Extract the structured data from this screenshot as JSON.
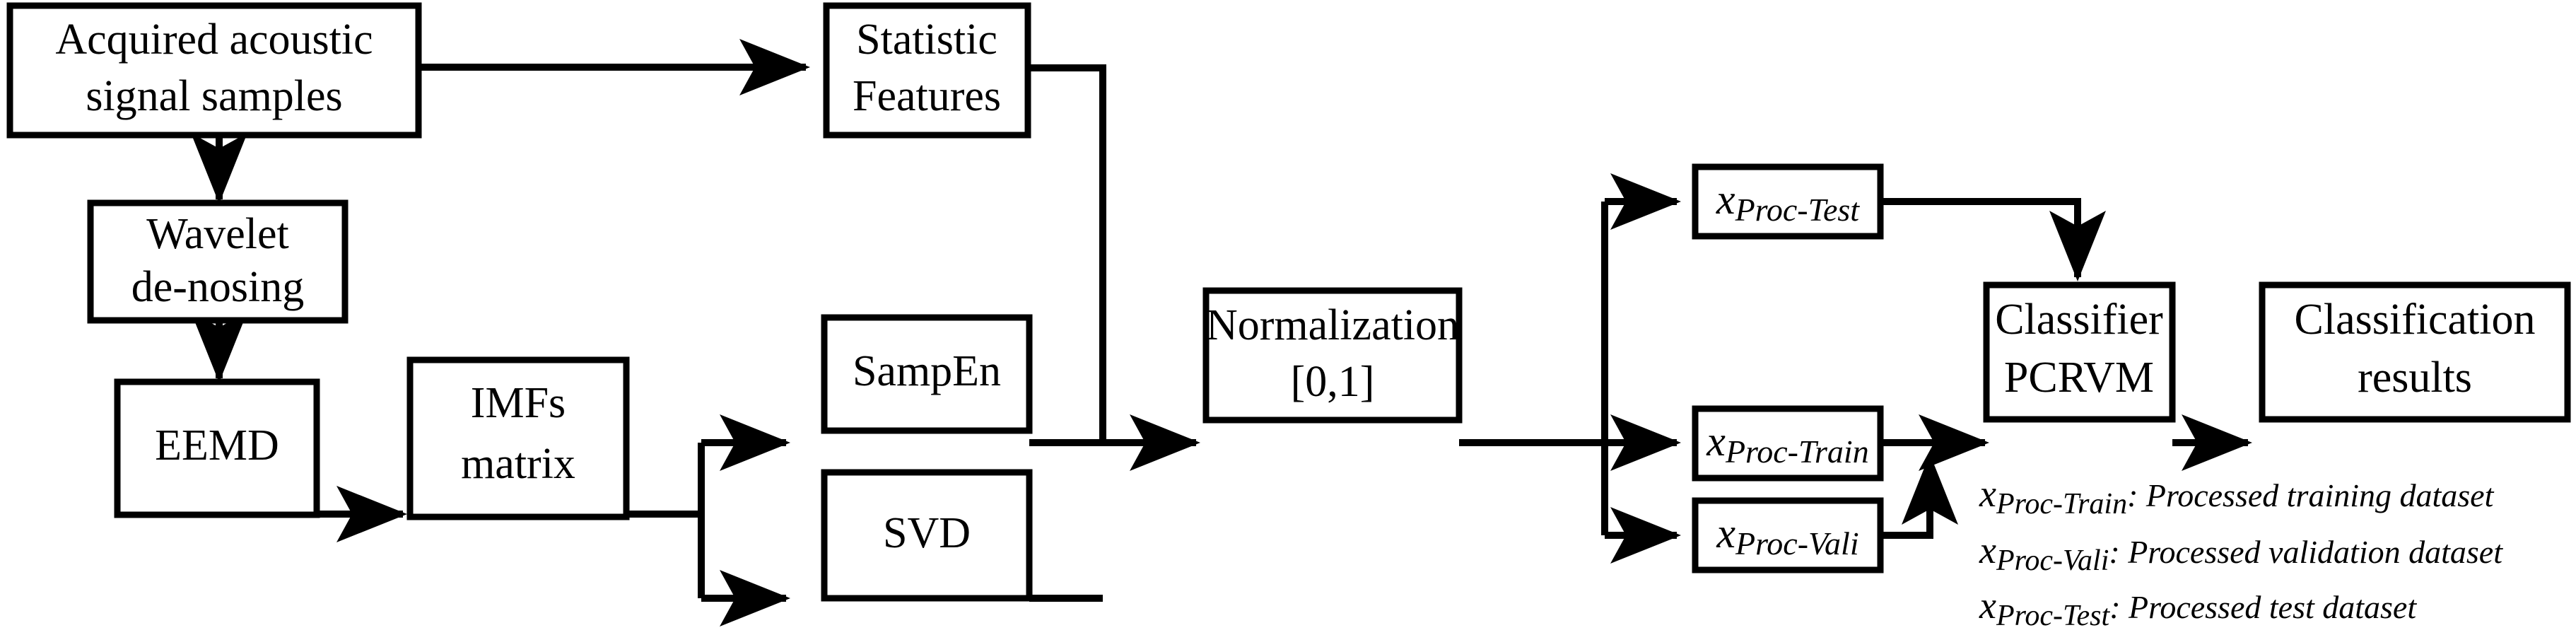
{
  "diagram": {
    "title": "Acoustic signal classification flowchart",
    "background_color": "#ffffff",
    "line_color": "#000000",
    "nodes": {
      "acquired": {
        "line1": "Acquired acoustic",
        "line2": "signal samples"
      },
      "statistic": {
        "line1": "Statistic",
        "line2": "Features"
      },
      "wavelet": {
        "line1": "Wavelet",
        "line2": "de-nosing"
      },
      "eemd": {
        "line1": "EEMD",
        "line2": ""
      },
      "imfs": {
        "line1": "IMFs",
        "line2": "matrix"
      },
      "sampen": {
        "line1": "SampEn",
        "line2": ""
      },
      "svd": {
        "line1": "SVD",
        "line2": ""
      },
      "normalization": {
        "line1": "Normalization",
        "line2": "[0,1]"
      },
      "proc_test": {
        "base": "x",
        "sub": "Proc-Test"
      },
      "proc_train": {
        "base": "x",
        "sub": "Proc-Train"
      },
      "proc_vali": {
        "base": "x",
        "sub": "Proc-Vali"
      },
      "classifier": {
        "line1": "Classifier",
        "line2": "PCRVM"
      },
      "results": {
        "line1": "Classification",
        "line2": "results"
      }
    },
    "legend": [
      {
        "base": "x",
        "sub": "Proc-Train",
        "text": ": Processed training dataset"
      },
      {
        "base": "x",
        "sub": "Proc-Vali",
        "text": ": Processed validation dataset"
      },
      {
        "base": "x",
        "sub": "Proc-Test",
        "text": ": Processed test dataset"
      }
    ]
  }
}
